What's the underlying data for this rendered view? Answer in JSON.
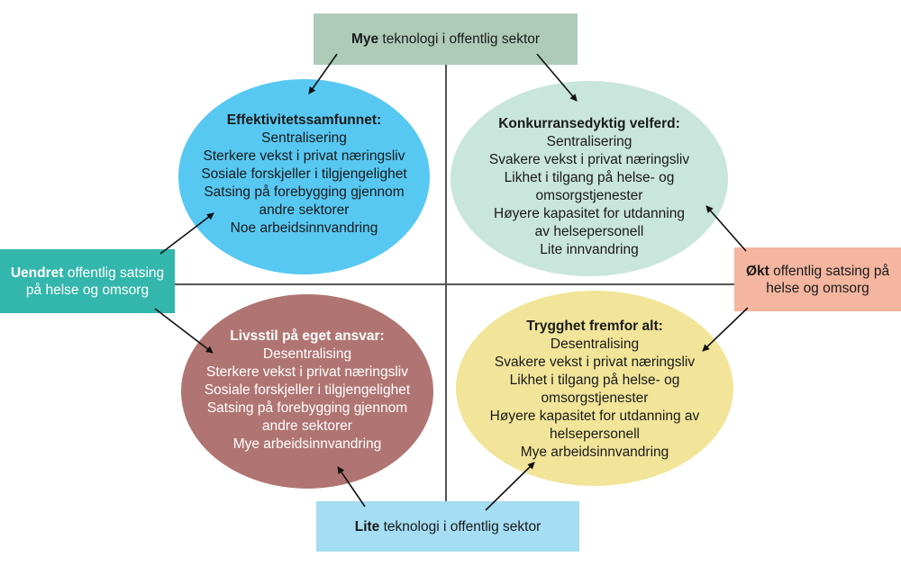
{
  "axes": {
    "top": {
      "bold": "Mye",
      "rest": " teknologi i offentlig sektor",
      "color": "#aecbb9"
    },
    "bottom": {
      "bold": "Lite",
      "rest": " teknologi i offentlig sektor",
      "color": "#a5ddf3"
    },
    "left": {
      "bold": "Uendret",
      "rest": " offentlig satsing på helse og omsorg",
      "color": "#33b6ab"
    },
    "right": {
      "bold": "Økt",
      "rest": " offentlig satsing på helse og omsorg",
      "color": "#f4b6a0"
    }
  },
  "scenarios": [
    {
      "title": "Effektivitetssamfunnet:",
      "color": "#57c8f2",
      "lines": [
        "Sentralisering",
        "Sterkere vekst i privat næringsliv",
        "Sosiale forskjeller i tilgjengelighet",
        "Satsing på forebygging gjennom",
        "andre sektorer",
        "Noe arbeidsinnvandring"
      ]
    },
    {
      "title": "Konkurransedyktig velferd:",
      "color": "#c9e6dc",
      "lines": [
        "Sentralisering",
        "Svakere vekst i privat næringsliv",
        "Likhet i tilgang på helse- og",
        "omsorgstjenester",
        "Høyere kapasitet for utdanning",
        "av helsepersonell",
        "Lite innvandring"
      ]
    },
    {
      "title": "Livsstil på eget ansvar:",
      "color": "#b07572",
      "lines": [
        "Desentralising",
        "Sterkere vekst i privat næringsliv",
        "Sosiale forskjeller i tilgjengelighet",
        "Satsing på forebygging gjennom",
        "andre sektorer",
        "Mye arbeidsinnvandring"
      ]
    },
    {
      "title": "Trygghet fremfor alt:",
      "color": "#f2e59a",
      "lines": [
        "Desentralising",
        "Svakere vekst i privat næringsliv",
        "Likhet i tilgang på helse- og",
        "omsorgstjenester",
        "Høyere kapasitet for utdanning av",
        "helsepersonell",
        "Mye arbeidsinnvandring"
      ]
    }
  ]
}
